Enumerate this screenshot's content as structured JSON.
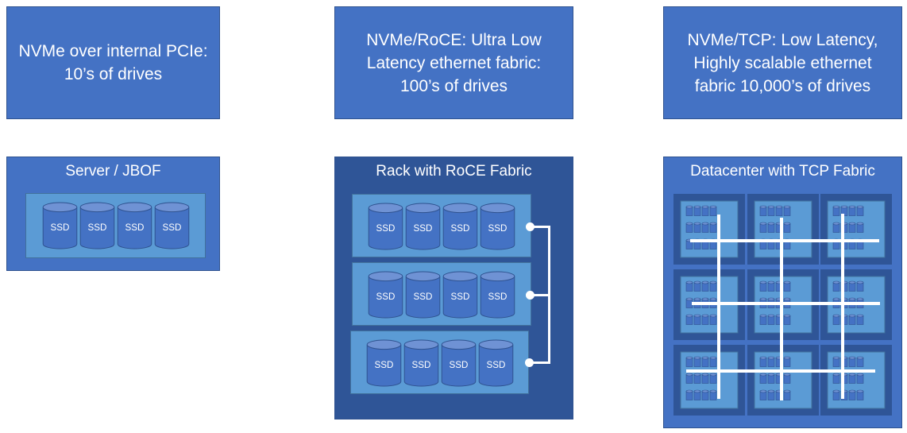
{
  "colors": {
    "header_fill": "#4472C4",
    "panel_fill_light": "#4472C4",
    "panel_fill_dark": "#2F5597",
    "shelf_fill": "#5B9BD5",
    "drive_fill": "#4472C4",
    "connector": "#FFFFFF"
  },
  "headers": [
    {
      "text": "NVMe over internal PCIe:\n10’s of drives"
    },
    {
      "text": "NVMe/RoCE: Ultra Low\nLatency ethernet fabric:\n100’s of drives"
    },
    {
      "text": "NVMe/TCP: Low Latency,\nHighly scalable ethernet\nfabric 10,000’s of drives"
    }
  ],
  "server": {
    "title": "Server / JBOF",
    "drive_label": "SSD"
  },
  "rack": {
    "title": "Rack with RoCE Fabric",
    "drive_label": "SSD"
  },
  "datacenter": {
    "title": "Datacenter with TCP Fabric"
  }
}
